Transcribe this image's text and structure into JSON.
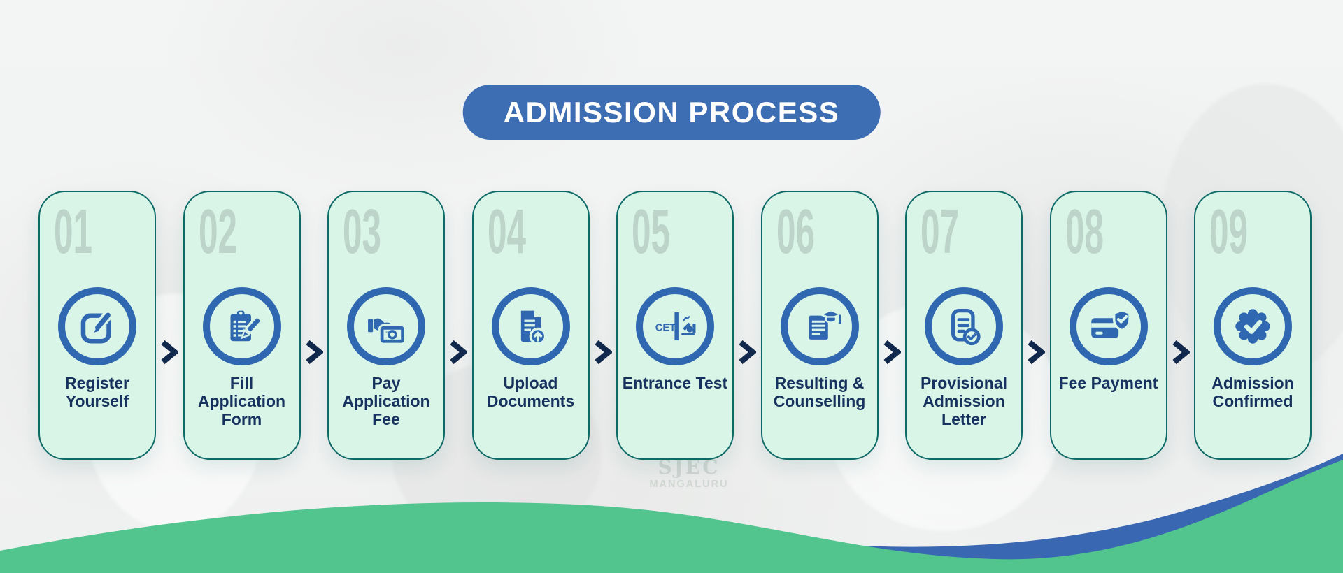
{
  "title": "ADMISSION PROCESS",
  "watermark": {
    "line1": "SJEC",
    "line2": "MANGALURU"
  },
  "colors": {
    "title_pill_blue": "#3d6eb4",
    "card_background": "#d9f5e7",
    "card_border_teal": "#0e6a66",
    "step_number_gray_green": "#bcd4ca",
    "icon_blue": "#2f67b1",
    "label_navy": "#17325e",
    "arrow_navy": "#12294d",
    "wave_green": "#52c48e",
    "wave_blue": "#3a67b2"
  },
  "steps": [
    {
      "number": "01",
      "label": "Register Yourself",
      "icon": "edit-icon"
    },
    {
      "number": "02",
      "label": "Fill Application Form",
      "icon": "clipboard-pen-icon"
    },
    {
      "number": "03",
      "label": "Pay Application Fee",
      "icon": "hand-money-icon"
    },
    {
      "number": "04",
      "label": "Upload Documents",
      "icon": "document-upload-icon"
    },
    {
      "number": "05",
      "label": "Entrance Test",
      "icon": "cet-exam-icon",
      "icon_text": "CET"
    },
    {
      "number": "06",
      "label": "Resulting & Counselling",
      "icon": "result-graduation-icon"
    },
    {
      "number": "07",
      "label": "Provisional Admission Letter",
      "icon": "letter-check-icon"
    },
    {
      "number": "08",
      "label": "Fee Payment",
      "icon": "card-shield-icon"
    },
    {
      "number": "09",
      "label": "Admission Confirmed",
      "icon": "verified-badge-icon"
    }
  ]
}
